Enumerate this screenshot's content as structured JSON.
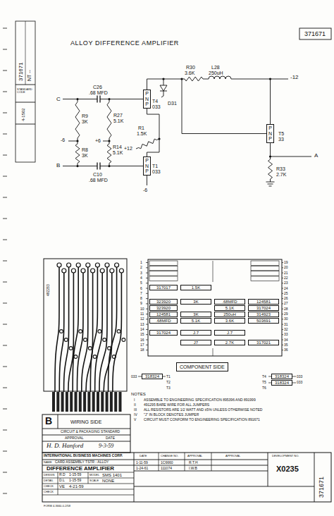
{
  "diagram": {
    "title": "ALLOY DIFFERENCE AMPLIFIER",
    "nodes": [
      {
        "text": [
          "PNP"
        ]
      },
      {
        "text": [
          "PNP"
        ]
      },
      {
        "text": [
          "PNP"
        ]
      },
      {
        "text": [
          "317017"
        ]
      },
      {
        "text": [
          "1.5K"
        ]
      },
      {
        "text": [
          "323920"
        ]
      },
      {
        "text": [
          "3K"
        ]
      },
      {
        "text": [
          ".68MFD"
        ]
      },
      {
        "text": [
          "124581"
        ]
      },
      {
        "text": [
          "323920"
        ]
      },
      {
        "text": [
          "5.1K"
        ]
      },
      {
        "text": [
          "317024"
        ]
      },
      {
        "text": [
          "124581"
        ]
      },
      {
        "text": [
          "3K"
        ]
      },
      {
        "text": [
          "250uH"
        ]
      },
      {
        "text": [
          "314923"
        ]
      },
      {
        "text": [
          ".68MFD"
        ]
      },
      {
        "text": [
          "5.1K"
        ]
      },
      {
        "text": [
          "3.6K"
        ]
      },
      {
        "text": [
          "503691"
        ]
      },
      {
        "text": [
          "317024"
        ]
      },
      {
        "text": [
          "J.7"
        ]
      },
      {
        "text": [
          "J.7"
        ]
      },
      {
        "text": [
          "J7"
        ]
      },
      {
        "text": [
          "2.7K"
        ]
      },
      {
        "text": [
          "317021"
        ]
      },
      {
        "text": [
          "COMPONENT SIDE"
        ]
      },
      {
        "text": [
          "318324"
        ]
      },
      {
        "text": [
          "318324"
        ]
      },
      {
        "text": [
          "318324"
        ]
      }
    ],
    "edges": [
      {
        "from": 0,
        "to": 2,
        "arrow": "none"
      }
    ],
    "labels": [
      "371671",
      "371671",
      "NT --",
      "STANDARD CODE",
      "4-1502",
      "C",
      "R9",
      "3K",
      "-6",
      "R8",
      "3K",
      "B",
      "C26",
      ".68 MFD",
      "R27",
      "5.1K",
      "+6",
      "R1",
      "1.5K",
      "R14",
      "5.1K",
      "+12",
      "C10",
      ".68 MFD",
      "T4",
      "033",
      "D31",
      "T1",
      "033",
      "-6",
      "R30",
      "3.6K",
      "L28",
      "250uH",
      "-12",
      "T5",
      "33",
      "A",
      "R33",
      "2.7K",
      "492283",
      "B",
      "WIRING SIDE",
      "1",
      "2",
      "3",
      "4",
      "5",
      "6",
      "7",
      "8",
      "9",
      "10",
      "11",
      "12",
      "13",
      "14",
      "15",
      "16",
      "17",
      "18",
      "033",
      "T1",
      "T2",
      "T3",
      "19",
      "20",
      "21",
      "22",
      "23",
      "24",
      "25",
      "26",
      "27",
      "28",
      "29",
      "30",
      "31",
      "32",
      "33",
      "34",
      "35",
      "36",
      "T4",
      "T5",
      "T6",
      "033",
      "033",
      "NOTES",
      "I",
      "ASSEMBLE TO ENGINEERING SPECIFICATION 895396 AND 891999",
      "II",
      "491295 BARE WIRE FOR ALL JUMPERS",
      "III",
      "ALL RESISTORS ARE 1/2 WATT AND ±5% UNLESS OTHERWISE NOTED",
      "IV",
      "\"J\" IN BLOCK DENOTES JUMPER",
      "V",
      "CIRCUIT MUST CONFORM TO ENGINEERING SPECIFICATION 891671",
      "CIRCUIT & PACKAGING STANDARD",
      "APPROVAL",
      "DATE",
      "H. D. Hanford",
      "9-3-59",
      "INTERNATIONAL BUSINESS MACHINES CORP.",
      "NAME",
      "CARD ASSEMBLY TSTR - ALLOY",
      "DIFFERENCE AMPLIFIER",
      "DESIGN",
      "R.D",
      "1-15-59",
      "MODEL",
      "SMS 1401",
      "DETAIL",
      "D.L",
      "1-15-59",
      "SCALE",
      "NONE",
      "CHECK",
      "VE",
      "4-21-59",
      "CHECK",
      "DATE",
      "CHANGE NO.",
      "APPROVAL",
      "APPROVAL",
      "DEVELOPMENT NO.",
      "1-11-59",
      "1C6660",
      "R.T.H",
      "1-24-61",
      "111074",
      "I.W.B",
      "X0235",
      "371671",
      "FORM 4-3660-0-2/58"
    ]
  }
}
